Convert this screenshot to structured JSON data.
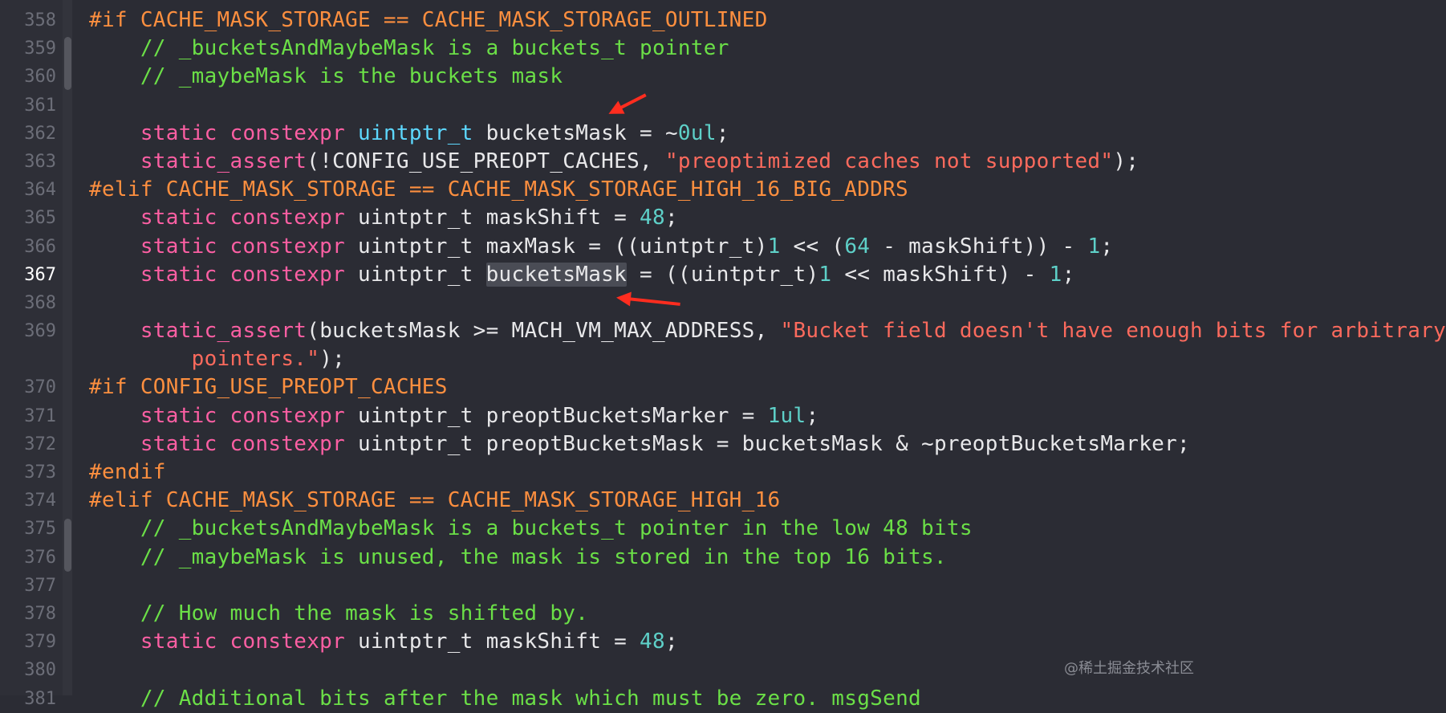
{
  "editor": {
    "current_line": "367",
    "lines": [
      {
        "n": "358",
        "tokens": [
          [
            "pp",
            "#if CACHE_MASK_STORAGE == CACHE_MASK_STORAGE_OUTLINED"
          ]
        ]
      },
      {
        "n": "359",
        "tokens": [
          [
            "pl",
            "    "
          ],
          [
            "cm",
            "// _bucketsAndMaybeMask is a buckets_t pointer"
          ]
        ]
      },
      {
        "n": "360",
        "tokens": [
          [
            "pl",
            "    "
          ],
          [
            "cm",
            "// _maybeMask is the buckets mask"
          ]
        ]
      },
      {
        "n": "361",
        "tokens": []
      },
      {
        "n": "362",
        "tokens": [
          [
            "pl",
            "    "
          ],
          [
            "kw",
            "static constexpr "
          ],
          [
            "ty",
            "uintptr_t"
          ],
          [
            "pl",
            " bucketsMask = ~"
          ],
          [
            "num",
            "0ul"
          ],
          [
            "pl",
            ";"
          ]
        ]
      },
      {
        "n": "363",
        "tokens": [
          [
            "pl",
            "    "
          ],
          [
            "kw",
            "static_assert"
          ],
          [
            "pl",
            "(!CONFIG_USE_PREOPT_CACHES, "
          ],
          [
            "str",
            "\"preoptimized caches not supported\""
          ],
          [
            "pl",
            ");"
          ]
        ]
      },
      {
        "n": "364",
        "tokens": [
          [
            "pp",
            "#elif CACHE_MASK_STORAGE == CACHE_MASK_STORAGE_HIGH_16_BIG_ADDRS"
          ]
        ]
      },
      {
        "n": "365",
        "tokens": [
          [
            "pl",
            "    "
          ],
          [
            "kw",
            "static constexpr "
          ],
          [
            "pl",
            "uintptr_t maskShift = "
          ],
          [
            "num",
            "48"
          ],
          [
            "pl",
            ";"
          ]
        ]
      },
      {
        "n": "366",
        "tokens": [
          [
            "pl",
            "    "
          ],
          [
            "kw",
            "static constexpr "
          ],
          [
            "pl",
            "uintptr_t maxMask = ((uintptr_t)"
          ],
          [
            "num",
            "1"
          ],
          [
            "pl",
            " << ("
          ],
          [
            "num",
            "64"
          ],
          [
            "pl",
            " - maskShift)) - "
          ],
          [
            "num",
            "1"
          ],
          [
            "pl",
            ";"
          ]
        ]
      },
      {
        "n": "367",
        "tokens": [
          [
            "pl",
            "    "
          ],
          [
            "kw",
            "static constexpr "
          ],
          [
            "pl",
            "uintptr_t "
          ],
          [
            "hl",
            "bucketsMask"
          ],
          [
            "pl",
            " = ((uintptr_t)"
          ],
          [
            "num",
            "1"
          ],
          [
            "pl",
            " << maskShift) - "
          ],
          [
            "num",
            "1"
          ],
          [
            "pl",
            ";"
          ]
        ]
      },
      {
        "n": "368",
        "tokens": []
      },
      {
        "n": "369",
        "tokens": [
          [
            "pl",
            "    "
          ],
          [
            "kw",
            "static_assert"
          ],
          [
            "pl",
            "(bucketsMask >= MACH_VM_MAX_ADDRESS, "
          ],
          [
            "str",
            "\"Bucket field doesn't have enough bits for arbitrary"
          ]
        ]
      },
      {
        "n": "",
        "tokens": [
          [
            "pl",
            "        "
          ],
          [
            "str",
            "pointers.\""
          ],
          [
            "pl",
            ");"
          ]
        ]
      },
      {
        "n": "370",
        "tokens": [
          [
            "pp",
            "#if CONFIG_USE_PREOPT_CACHES"
          ]
        ]
      },
      {
        "n": "371",
        "tokens": [
          [
            "pl",
            "    "
          ],
          [
            "kw",
            "static constexpr "
          ],
          [
            "pl",
            "uintptr_t preoptBucketsMarker = "
          ],
          [
            "num",
            "1ul"
          ],
          [
            "pl",
            ";"
          ]
        ]
      },
      {
        "n": "372",
        "tokens": [
          [
            "pl",
            "    "
          ],
          [
            "kw",
            "static constexpr "
          ],
          [
            "pl",
            "uintptr_t preoptBucketsMask = bucketsMask & ~preoptBucketsMarker;"
          ]
        ]
      },
      {
        "n": "373",
        "tokens": [
          [
            "pp",
            "#endif"
          ]
        ]
      },
      {
        "n": "374",
        "tokens": [
          [
            "pp",
            "#elif CACHE_MASK_STORAGE == CACHE_MASK_STORAGE_HIGH_16"
          ]
        ]
      },
      {
        "n": "375",
        "tokens": [
          [
            "pl",
            "    "
          ],
          [
            "cm",
            "// _bucketsAndMaybeMask is a buckets_t pointer in the low 48 bits"
          ]
        ]
      },
      {
        "n": "376",
        "tokens": [
          [
            "pl",
            "    "
          ],
          [
            "cm",
            "// _maybeMask is unused, the mask is stored in the top 16 bits."
          ]
        ]
      },
      {
        "n": "377",
        "tokens": []
      },
      {
        "n": "378",
        "tokens": [
          [
            "pl",
            "    "
          ],
          [
            "cm",
            "// How much the mask is shifted by."
          ]
        ]
      },
      {
        "n": "379",
        "tokens": [
          [
            "pl",
            "    "
          ],
          [
            "kw",
            "static constexpr "
          ],
          [
            "pl",
            "uintptr_t maskShift = "
          ],
          [
            "num",
            "48"
          ],
          [
            "pl",
            ";"
          ]
        ]
      },
      {
        "n": "380",
        "tokens": []
      },
      {
        "n": "381",
        "tokens": [
          [
            "pl",
            "    "
          ],
          [
            "cm",
            "// Additional bits after the mask which must be zero. msgSend"
          ]
        ]
      }
    ]
  },
  "watermark": "@稀土掘金技术社区",
  "colors": {
    "background": "#2b2c34",
    "preprocessor": "#fd8f3f",
    "comment": "#6bdf47",
    "keyword": "#fc5fa3",
    "number": "#5ed0c8",
    "string": "#fc6a5d",
    "annotation_arrow": "#ff2d1f"
  }
}
